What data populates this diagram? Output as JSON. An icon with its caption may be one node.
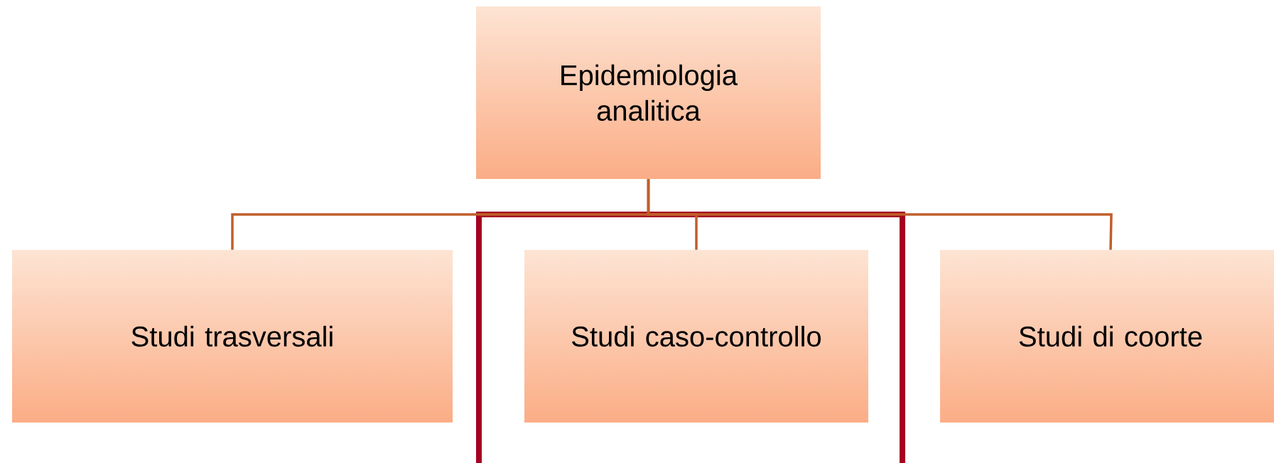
{
  "diagram": {
    "nodes": [
      {
        "text": [
          "Epidemiologia analitica"
        ]
      },
      {
        "text": [
          "Studi trasversali"
        ]
      },
      {
        "text": [],
        "shape": "box"
      },
      {
        "text": [
          "Studi caso-controllo"
        ],
        "in": 2
      },
      {
        "text": [
          "Studi di coorte"
        ]
      }
    ],
    "edges": [
      {
        "from": 0,
        "to": 1,
        "arrow": "none"
      },
      {
        "from": 0,
        "to": 3,
        "arrow": "none"
      },
      {
        "from": 0,
        "to": 4,
        "arrow": "none"
      }
    ]
  }
}
